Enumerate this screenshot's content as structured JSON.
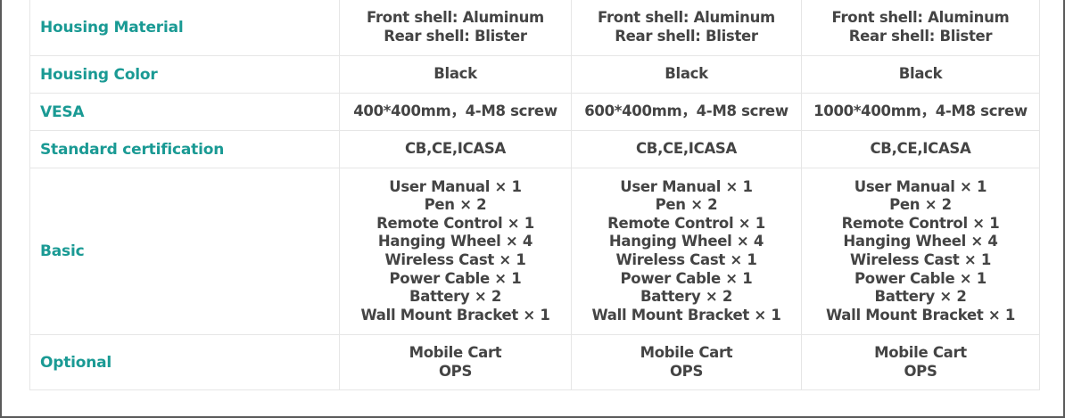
{
  "rows": [
    {
      "label": "Housing Material",
      "values": [
        [
          "Front shell: Aluminum",
          "Rear shell: Blister"
        ],
        [
          "Front shell: Aluminum",
          "Rear shell: Blister"
        ],
        [
          "Front shell: Aluminum",
          "Rear shell: Blister"
        ]
      ]
    },
    {
      "label": "Housing Color",
      "values": [
        [
          "Black"
        ],
        [
          "Black"
        ],
        [
          "Black"
        ]
      ]
    },
    {
      "label": "VESA",
      "values": [
        [
          "400*400mm，4-M8 screw"
        ],
        [
          "600*400mm，4-M8 screw"
        ],
        [
          "1000*400mm，4-M8 screw"
        ]
      ]
    },
    {
      "label": "Standard certification",
      "values": [
        [
          "CB,CE,ICASA"
        ],
        [
          "CB,CE,ICASA"
        ],
        [
          "CB,CE,ICASA"
        ]
      ]
    },
    {
      "label": "Basic",
      "values": [
        [
          "User Manual × 1",
          "Pen × 2",
          "Remote Control × 1",
          "Hanging Wheel × 4",
          "Wireless Cast × 1",
          "Power Cable × 1",
          "Battery × 2",
          "Wall Mount Bracket × 1"
        ],
        [
          "User Manual × 1",
          "Pen × 2",
          "Remote Control × 1",
          "Hanging Wheel × 4",
          "Wireless Cast × 1",
          "Power Cable × 1",
          "Battery × 2",
          "Wall Mount Bracket × 1"
        ],
        [
          "User Manual × 1",
          "Pen × 2",
          "Remote Control × 1",
          "Hanging Wheel × 4",
          "Wireless Cast × 1",
          "Power Cable × 1",
          "Battery × 2",
          "Wall Mount Bracket × 1"
        ]
      ]
    },
    {
      "label": "Optional",
      "values": [
        [
          "Mobile Cart",
          "OPS"
        ],
        [
          "Mobile Cart",
          "OPS"
        ],
        [
          "Mobile Cart",
          "OPS"
        ]
      ]
    }
  ],
  "colors": {
    "label_text": "#1a9a94",
    "value_text": "#444444",
    "cell_border": "#e6e6e6"
  }
}
